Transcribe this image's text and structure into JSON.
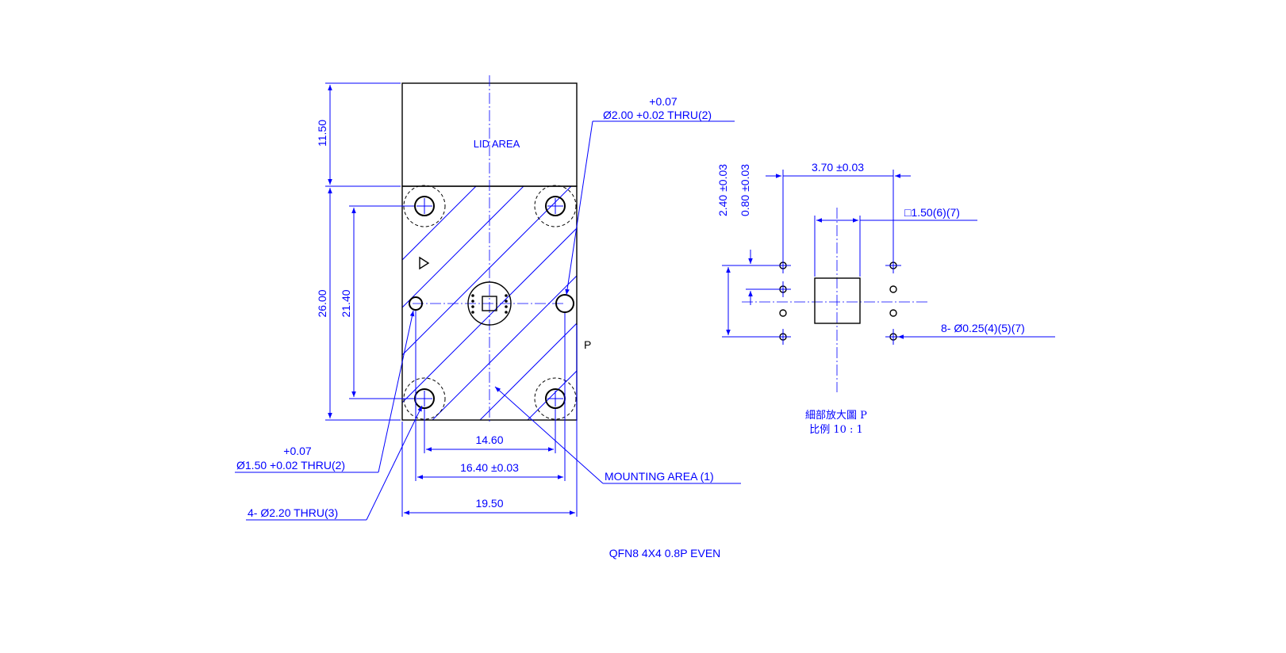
{
  "labels": {
    "lid_area": "LID AREA",
    "view_marker": "P",
    "title": "QFN8 4X4 0.8P EVEN",
    "detail_title": "細部放大圖 P",
    "detail_scale": "比例 10 : 1",
    "mounting_area": "MOUNTING AREA (1)"
  },
  "dims": {
    "height_lid": "11.50",
    "height_body": "26.00",
    "hole_pitch_v": "21.40",
    "hole_pitch_h": "14.60",
    "pin_hole_pitch": "16.40 ±0.03",
    "width_total": "19.50",
    "pin_hole_tol": "+0.07",
    "pin_hole_spec": "Ø1.50 +0.02 THRU(2)",
    "top_pin_tol": "+0.07",
    "top_pin_spec": "Ø2.00 +0.02 THRU(2)",
    "mount_holes": "4- Ø2.20 THRU(3)"
  },
  "detail": {
    "pad_row_span": "2.40 ±0.03",
    "pad_pitch": "0.80 ±0.03",
    "col_spacing": "3.70 ±0.03",
    "square": "□1.50(6)(7)",
    "holes": "8- Ø0.25(4)(5)(7)"
  },
  "colors": {
    "dimension": "#0000ff",
    "outline": "#000000"
  }
}
